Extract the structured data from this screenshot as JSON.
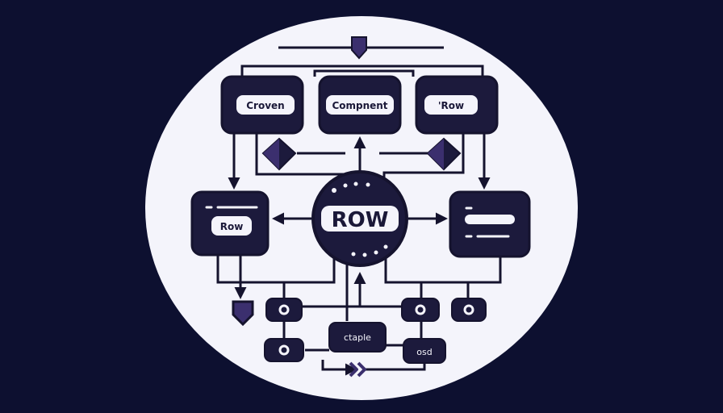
{
  "nodes": {
    "top_left": "Croven",
    "top_center": "Compnent",
    "top_right": "'Row",
    "mid_left": "Row",
    "center": "ROW",
    "bottom_center": "ctaple",
    "bottom_right": "osd"
  },
  "colors": {
    "background": "#0d1030",
    "circle": "#f4f4fb",
    "node_fill": "#1c1a3c",
    "stroke": "#15132e",
    "accent": "#3b2f6e"
  }
}
